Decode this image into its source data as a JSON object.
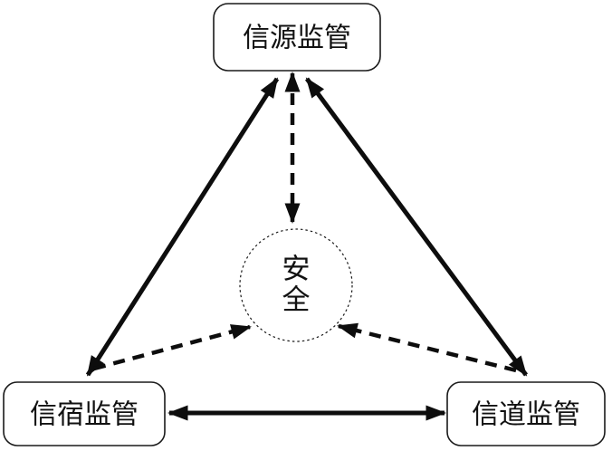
{
  "figure": {
    "type": "relationship-diagram",
    "colors": {
      "background": "#ffffff",
      "stroke": "#000000",
      "text": "#000000"
    },
    "nodes": {
      "source": {
        "label": "信源监管"
      },
      "sink": {
        "label": "信宿监管"
      },
      "channel": {
        "label": "信道监管"
      },
      "security": {
        "label": "安全",
        "lines": [
          "安",
          "全"
        ]
      }
    },
    "edges": [
      {
        "from": "sink",
        "to": "source",
        "style": "solid",
        "arrows": "both"
      },
      {
        "from": "channel",
        "to": "source",
        "style": "solid",
        "arrows": "both"
      },
      {
        "from": "sink",
        "to": "channel",
        "style": "solid",
        "arrows": "both"
      },
      {
        "from": "source",
        "to": "security",
        "style": "dashed",
        "arrows": "both"
      },
      {
        "from": "sink",
        "to": "security",
        "style": "dashed",
        "arrows": "to"
      },
      {
        "from": "channel",
        "to": "security",
        "style": "dashed",
        "arrows": "to"
      }
    ]
  }
}
